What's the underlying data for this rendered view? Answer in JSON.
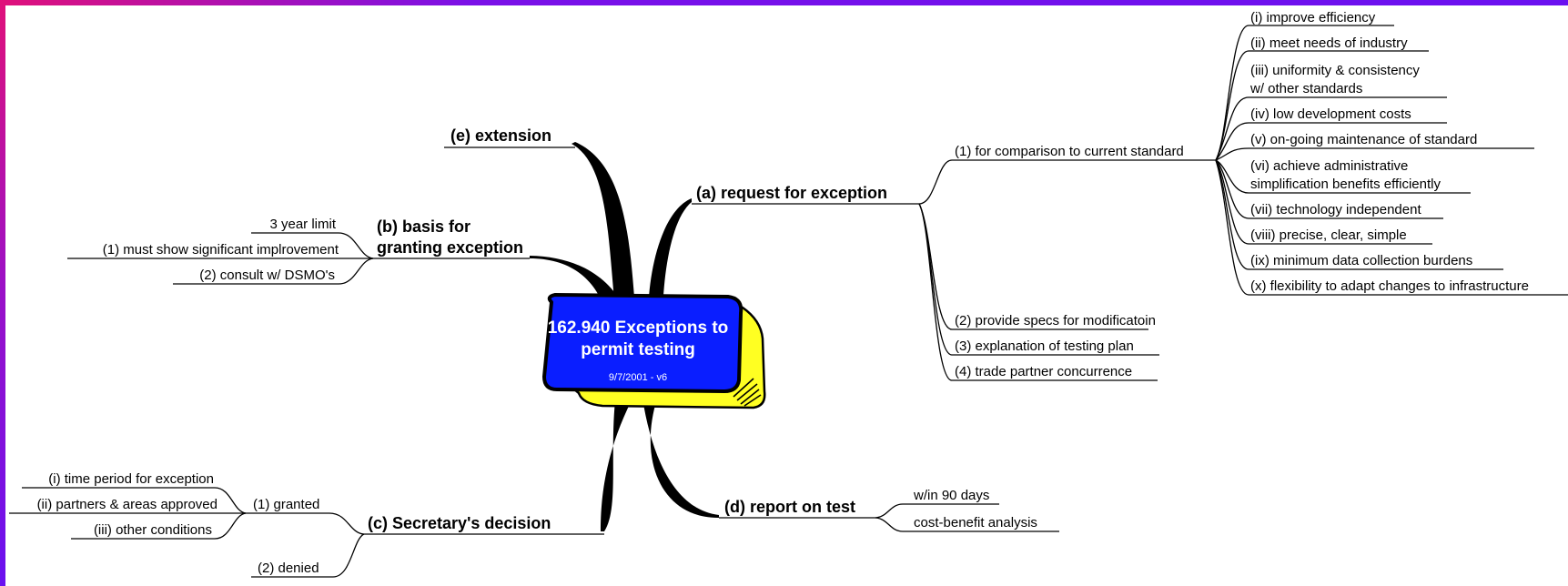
{
  "center": {
    "title": "162.940  Exceptions to permit testing",
    "subtitle": "9/7/2001 - v6"
  },
  "branches": {
    "a": {
      "label": "(a) request for exception",
      "items": {
        "comparison": {
          "label": "(1) for comparison to current standard",
          "criteria": [
            "(i) improve efficiency",
            "(ii) meet needs of industry",
            "(iii) uniformity & consistency",
            "w/ other standards",
            "(iv) low development costs",
            "(v) on-going maintenance of standard",
            "(vi) achieve administrative",
            "simplification benefits efficiently",
            "(vii) technology independent",
            "(viii) precise, clear, simple",
            "(ix) minimum data collection burdens",
            "(x) flexibility to adapt changes to infrastructure"
          ]
        },
        "specs": "(2) provide specs for modificatoin",
        "testing_plan": "(3) explanation of testing plan",
        "concurrence": "(4) trade partner concurrence"
      }
    },
    "b": {
      "label_line1": "(b) basis for",
      "label_line2": "granting exception",
      "items": [
        "3 year limit",
        "(1) must show significant implrovement",
        "(2) consult w/ DSMO's"
      ]
    },
    "c": {
      "label": "(c) Secretary's decision",
      "granted": {
        "label": "(1) granted",
        "items": [
          "(i) time period for exception",
          "(ii) partners & areas approved",
          "(iii) other conditions"
        ]
      },
      "denied": "(2) denied"
    },
    "d": {
      "label": "(d) report on test",
      "items": [
        "w/in 90 days",
        "cost-benefit analysis"
      ]
    },
    "e": {
      "label": "(e) extension"
    }
  },
  "colors": {
    "center_fill": "#0a1eff",
    "center_shadow": "#ffff22",
    "ink": "#000000",
    "frame": "#7a10e8"
  }
}
